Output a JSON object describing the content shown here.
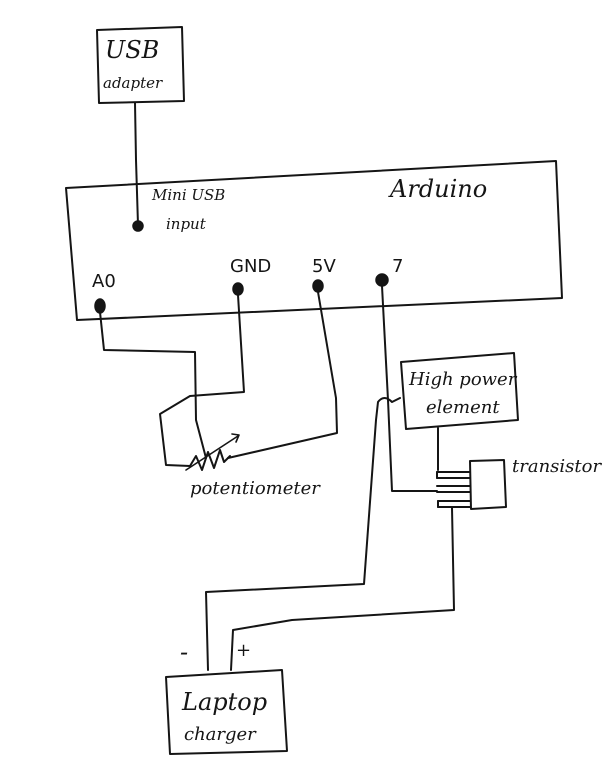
{
  "components": {
    "usb_adapter": {
      "line1": "USB",
      "line2": "adapter"
    },
    "arduino": {
      "title": "Arduino",
      "mini_usb_line1": "Mini USB",
      "mini_usb_line2": "input"
    },
    "pins": {
      "a0": "A0",
      "gnd": "GND",
      "v5": "5V",
      "d7": "7"
    },
    "potentiometer": {
      "label": "potentiometer"
    },
    "high_power_element": {
      "line1": "High power",
      "line2": "element"
    },
    "transistor": {
      "label": "transistor"
    },
    "laptop_charger": {
      "line1": "Laptop",
      "line2": "charger",
      "minus": "-",
      "plus": "+"
    }
  }
}
